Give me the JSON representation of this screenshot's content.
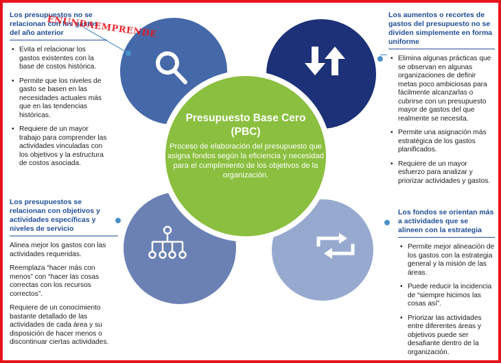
{
  "colors": {
    "top_left_circle": "#4569a8",
    "top_right_circle": "#1c3178",
    "bottom_left_circle": "#6b81b4",
    "bottom_right_circle": "#97a9cf",
    "center_circle": "#8bbf3f",
    "connector": "#4a90c8",
    "heading": "#1f4e96",
    "border": "#e8141b"
  },
  "icons": {
    "top_left": "search-icon",
    "top_right": "up-down-arrows-icon",
    "bottom_left": "hierarchy-icon",
    "bottom_right": "refresh-icon"
  },
  "center": {
    "title_line1": "Presupuesto Base Cero",
    "title_line2": "(PBC)",
    "description": "Proceso de elaboración del presupuesto que asigna fondos según la eficiencia y necesidad para el cumplimiento de los objetivos de la organización."
  },
  "top_left": {
    "heading": "Los presupuestos no se relacionan con los gastos del año anterior",
    "items": [
      "Evita el relacionar los gastos existentes con la base de costos histórica.",
      "Permite que los niveles de gasto se basen en las necesidades actuales más que en las tendencias históricas.",
      "Requiere de un mayor trabajo para comprender las actividades vinculadas con los objetivos y la estructura de costos asociada."
    ]
  },
  "top_right": {
    "heading": "Los aumentos o recortes de gastos del presupuesto no se dividen simplemente en forma uniforme",
    "items": [
      "Elimina algunas prácticas que se observan en algunas organizaciones de definir metas poco ambiciosas para fácilmente alcanzarlas o cubrirse con un presupuesto mayor de gastos del que realmente se necesita.",
      "Permite una asignación más estratégica de los gastos planificados.",
      "Requiere de un mayor esfuerzo para analizar y priorizar actividades y gastos."
    ]
  },
  "bottom_left": {
    "heading": "Los presupuestos se relacionan con objetivos y actividades específicas y niveles de servicio",
    "items": [
      "Alinea mejor los gastos con las actividades requeridas.",
      "Reemplaza “hacer más con menos” con “hacer las cosas correctas con los recursos correctos”.",
      "Requiere de un conocimiento bastante detallado de las actividades de cada área y su disposición de hacer menos o discontinuar ciertas actividades."
    ]
  },
  "bottom_right": {
    "heading": "Los fondos se orientan más a actividades que se alineen con la estrategia",
    "items": [
      "Permite mejor alineación de los gastos con la estrategia general y la misión de las áreas.",
      "Puede reducir la incidencia de “siempre hicimos las cosas así”.",
      "Priorizar las actividades entre diferentes áreas y objetivos puede ser desafiante dentro de la organización."
    ]
  },
  "watermark": "ENUNDAEMPRENDE"
}
